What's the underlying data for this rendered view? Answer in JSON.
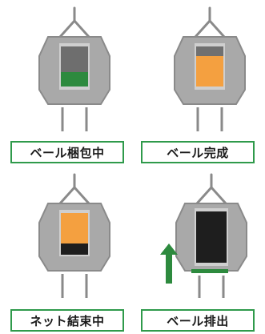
{
  "panels": [
    {
      "label": "ベール梱包中",
      "state": "baling"
    },
    {
      "label": "ベール完成",
      "state": "complete"
    },
    {
      "label": "ネット結束中",
      "state": "net-wrapping"
    },
    {
      "label": "ベール排出",
      "state": "ejecting"
    }
  ],
  "colors": {
    "outline": "#8a8a8a",
    "body": "#a9a9a9",
    "chamber_empty": "#6e6e6e",
    "chamber_top": "#707070",
    "bale_orange": "#f4a040",
    "green": "#2d8a3e",
    "net_black": "#1e1e1e",
    "label_border": "#2f9a4b"
  }
}
